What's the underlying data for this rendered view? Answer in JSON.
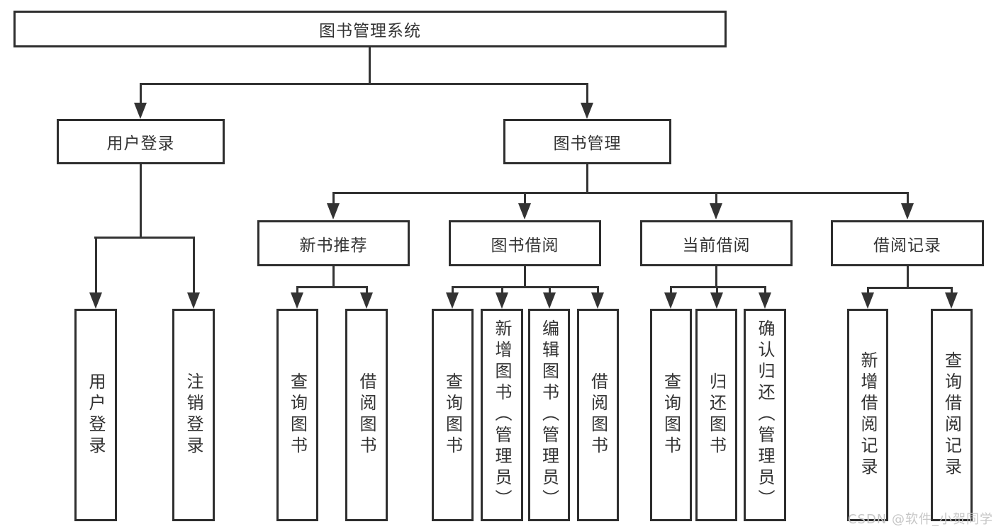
{
  "colors": {
    "background": "#ffffff",
    "box_border": "#2e2e2e",
    "box_fill": "#ffffff",
    "connector_line": "#333333",
    "text": "#333333",
    "watermark": "#c6c6c6"
  },
  "diagram": {
    "root": {
      "label": "图书管理系统"
    },
    "branches": [
      {
        "label": "用户登录",
        "children": [
          {
            "label": "用户登录"
          },
          {
            "label": "注销登录"
          }
        ]
      },
      {
        "label": "图书管理",
        "children": [
          {
            "label": "新书推荐",
            "children": [
              {
                "label": "查询图书"
              },
              {
                "label": "借阅图书"
              }
            ]
          },
          {
            "label": "图书借阅",
            "children": [
              {
                "label": "查询图书"
              },
              {
                "label": "新增图书（管理员）"
              },
              {
                "label": "编辑图书（管理员）"
              },
              {
                "label": "借阅图书"
              }
            ]
          },
          {
            "label": "当前借阅",
            "children": [
              {
                "label": "查询图书"
              },
              {
                "label": "归还图书"
              },
              {
                "label": "确认归还（管理员）"
              }
            ]
          },
          {
            "label": "借阅记录",
            "children": [
              {
                "label": "新增借阅记录"
              },
              {
                "label": "查询借阅记录"
              }
            ]
          }
        ]
      }
    ],
    "watermark": "CSDN @软件_小贺同学"
  }
}
